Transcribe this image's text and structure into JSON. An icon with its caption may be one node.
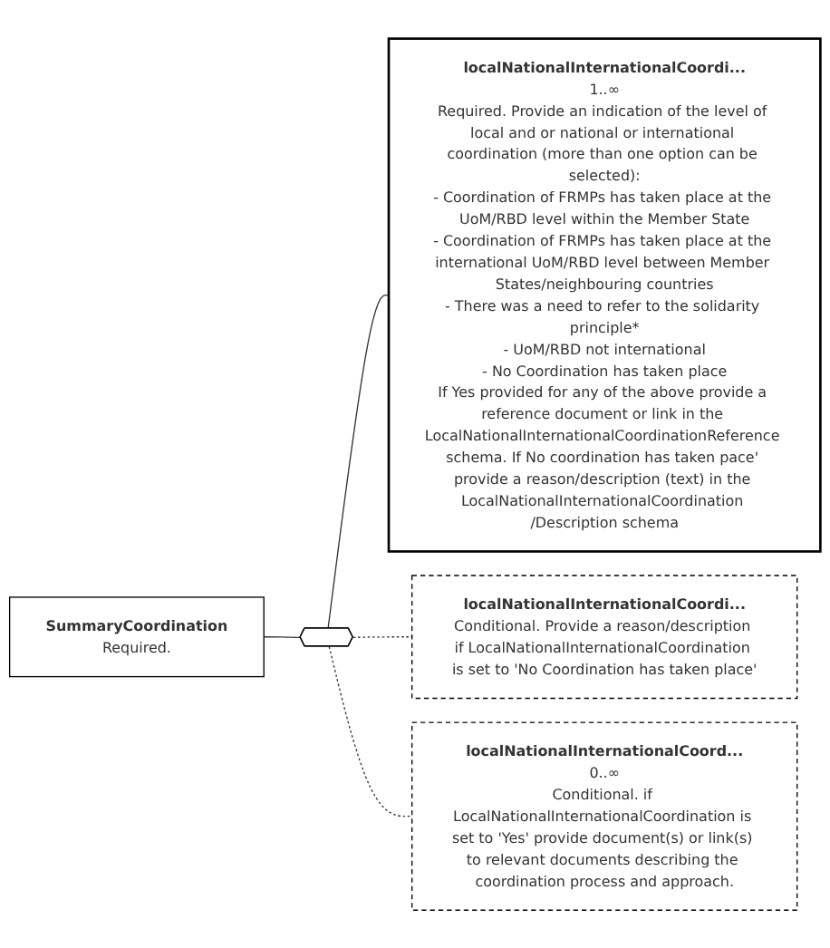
{
  "diagram": {
    "nodes": [
      {
        "text": [
          "SummaryCoordination",
          "Required."
        ]
      },
      {
        "text": [],
        "shape": "hexagon"
      },
      {
        "text": [
          "localNationalInternationalCoordi...",
          "1..∞",
          "Required. Provide an indication of the level of local and or national or international coordination (more than one option can be selected):",
          "- Coordination of FRMPs has taken place at the UoM/RBD level within the Member State",
          "- Coordination of FRMPs has taken place at the international UoM/RBD level between Member States/neighbouring countries",
          "- There was a need to refer to the solidarity principle*",
          "- UoM/RBD not international",
          "- No Coordination has taken place",
          "If Yes provided for any of the above provide a reference document or link in the LocalNationalInternationalCoordinationReference schema. If No coordination has taken pace' provide a reason/description (text) in the LocalNationalInternationalCoordination /Description schema"
        ]
      },
      {
        "text": [
          "localNationalInternationalCoordi...",
          "Conditional. Provide a reason/description if LocalNationalInternationalCoordination is set to 'No Coordination has taken place'"
        ]
      },
      {
        "text": [
          "localNationalInternationalCoord...",
          "0..∞",
          "Conditional. if LocalNationalInternationalCoordination is set to 'Yes' provide document(s) or link(s) to relevant documents describing the coordination process and approach."
        ]
      }
    ],
    "edges": [
      {
        "from": 0,
        "to": 1,
        "arrow": "none"
      },
      {
        "from": 1,
        "to": 2,
        "arrow": "none"
      },
      {
        "from": 1,
        "to": 3,
        "arrow": "none",
        "style": "dashed"
      },
      {
        "from": 1,
        "to": 4,
        "arrow": "none",
        "style": "dashed"
      }
    ]
  }
}
